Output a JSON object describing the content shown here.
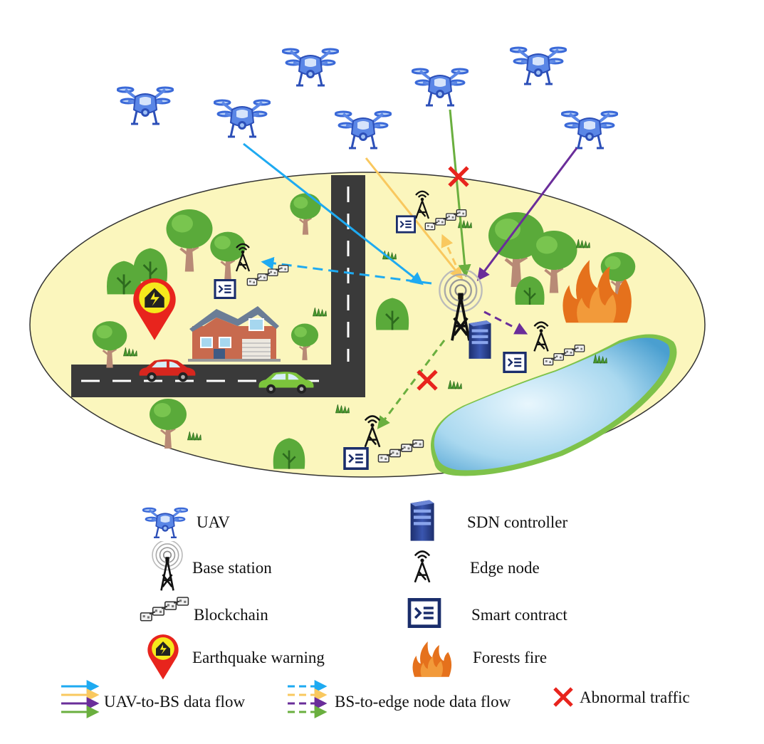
{
  "colors": {
    "flow_blue": "#1eaaf1",
    "flow_yellow": "#f9c85f",
    "flow_purple": "#6a2d9a",
    "flow_green": "#6aaf3f",
    "abnormal_red": "#e8241d",
    "island": "#fbf6bd",
    "lake": "#a9d8ef",
    "tree_green": "#5aaa3a",
    "drone": "#3a69d8"
  },
  "legend": {
    "uav": "UAV",
    "sdn_controller": "SDN controller",
    "base_station": "Base station",
    "edge_node": "Edge node",
    "blockchain": "Blockchain",
    "smart_contract": "Smart contract",
    "earthquake_warning": "Earthquake warning",
    "forests_fire": "Forests fire",
    "uav_to_bs": "UAV-to-BS data flow",
    "bs_to_edge": "BS-to-edge node data flow",
    "abnormal_traffic": "Abnormal traffic"
  }
}
